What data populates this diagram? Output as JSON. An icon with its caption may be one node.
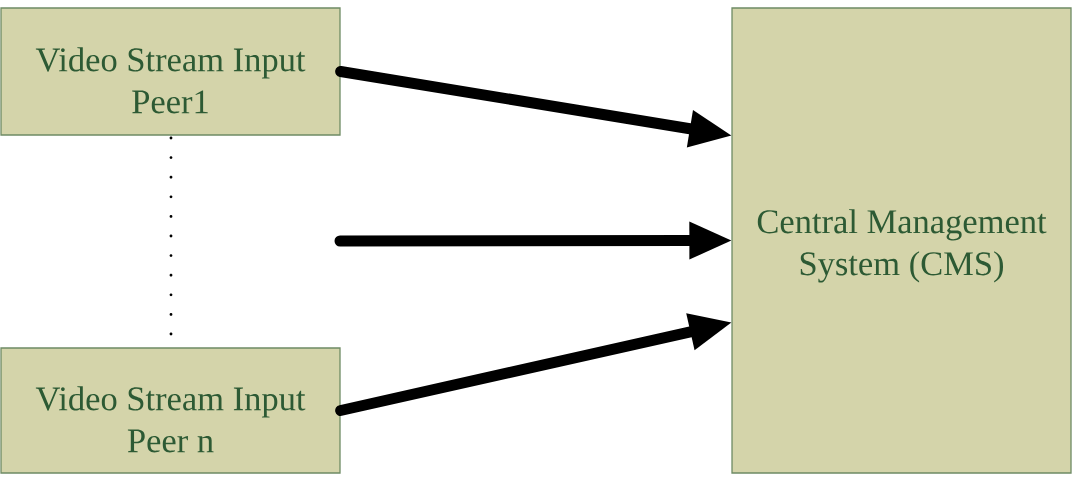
{
  "diagram": {
    "nodes": [
      {
        "text": [
          "Video Stream Input Peer1"
        ]
      },
      {
        "text": [
          "Video Stream Input Peer n"
        ]
      },
      {
        "text": [
          "Central Management System (CMS)"
        ]
      }
    ],
    "edges": [
      {
        "from": 0,
        "to": 2,
        "arrow": "to"
      },
      {
        "from": null,
        "to": 2,
        "arrow": "to"
      },
      {
        "from": 1,
        "to": 2,
        "arrow": "to"
      }
    ]
  }
}
